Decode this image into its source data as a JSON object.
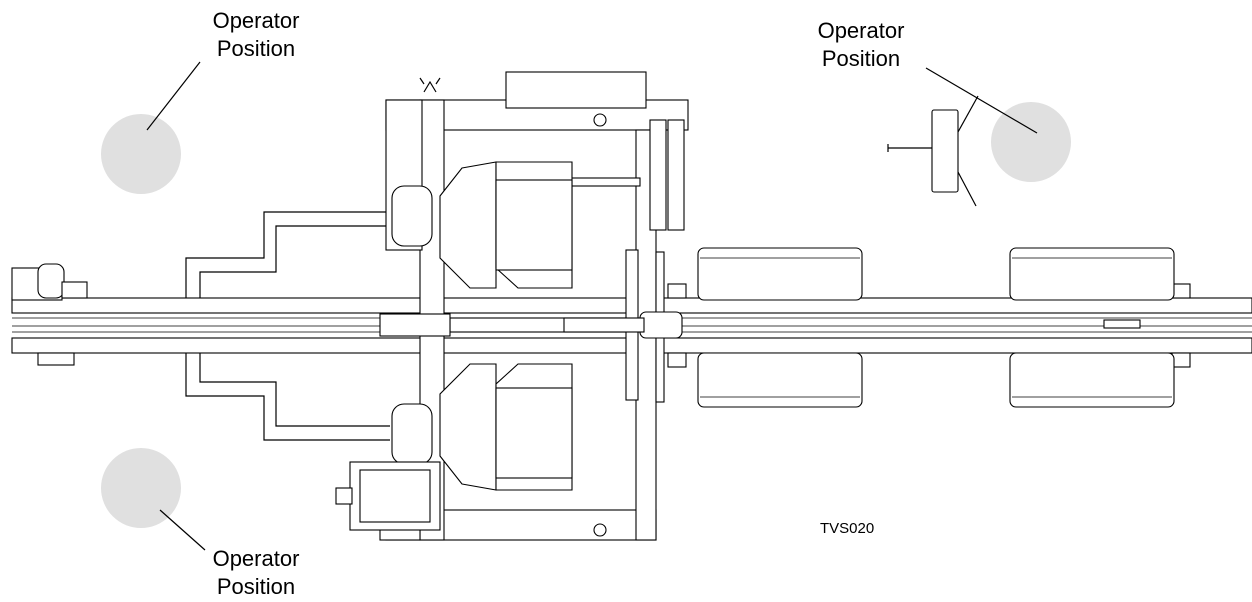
{
  "labels": {
    "operator_top_left_line1": "Operator",
    "operator_top_left_line2": "Position",
    "operator_top_right_line1": "Operator",
    "operator_top_right_line2": "Position",
    "operator_bottom_left_line1": "Operator",
    "operator_bottom_left_line2": "Position",
    "drawing_code": "TVS020"
  },
  "colors": {
    "operator_marker": "#e0e0e0",
    "line": "#000000",
    "background": "#ffffff"
  }
}
